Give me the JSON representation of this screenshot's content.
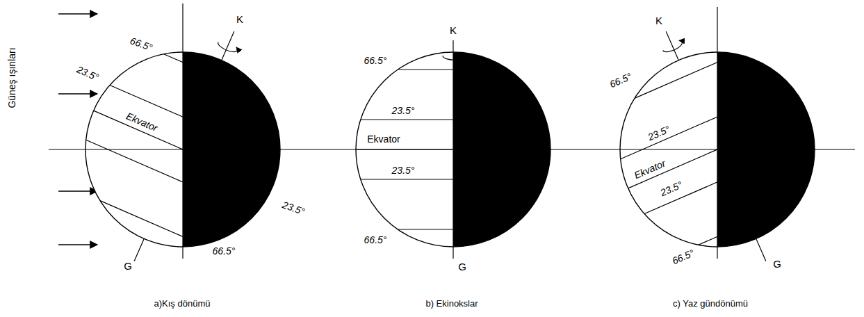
{
  "diagram": {
    "labels": [
      "Güneş ışınları",
      "K",
      "66.5°",
      "23.5°",
      "Ekvator",
      "23.5°",
      "66.5°",
      "G",
      "a)Kış dönümü",
      "K",
      "66.5°",
      "23.5°",
      "Ekvator",
      "23.5°",
      "66.5°",
      "G",
      "b) Ekinokslar",
      "K",
      "66.5°",
      "23.5°",
      "Ekvator",
      "23.5°",
      "66.5°",
      "G",
      "c) Yaz gündönümü"
    ]
  }
}
